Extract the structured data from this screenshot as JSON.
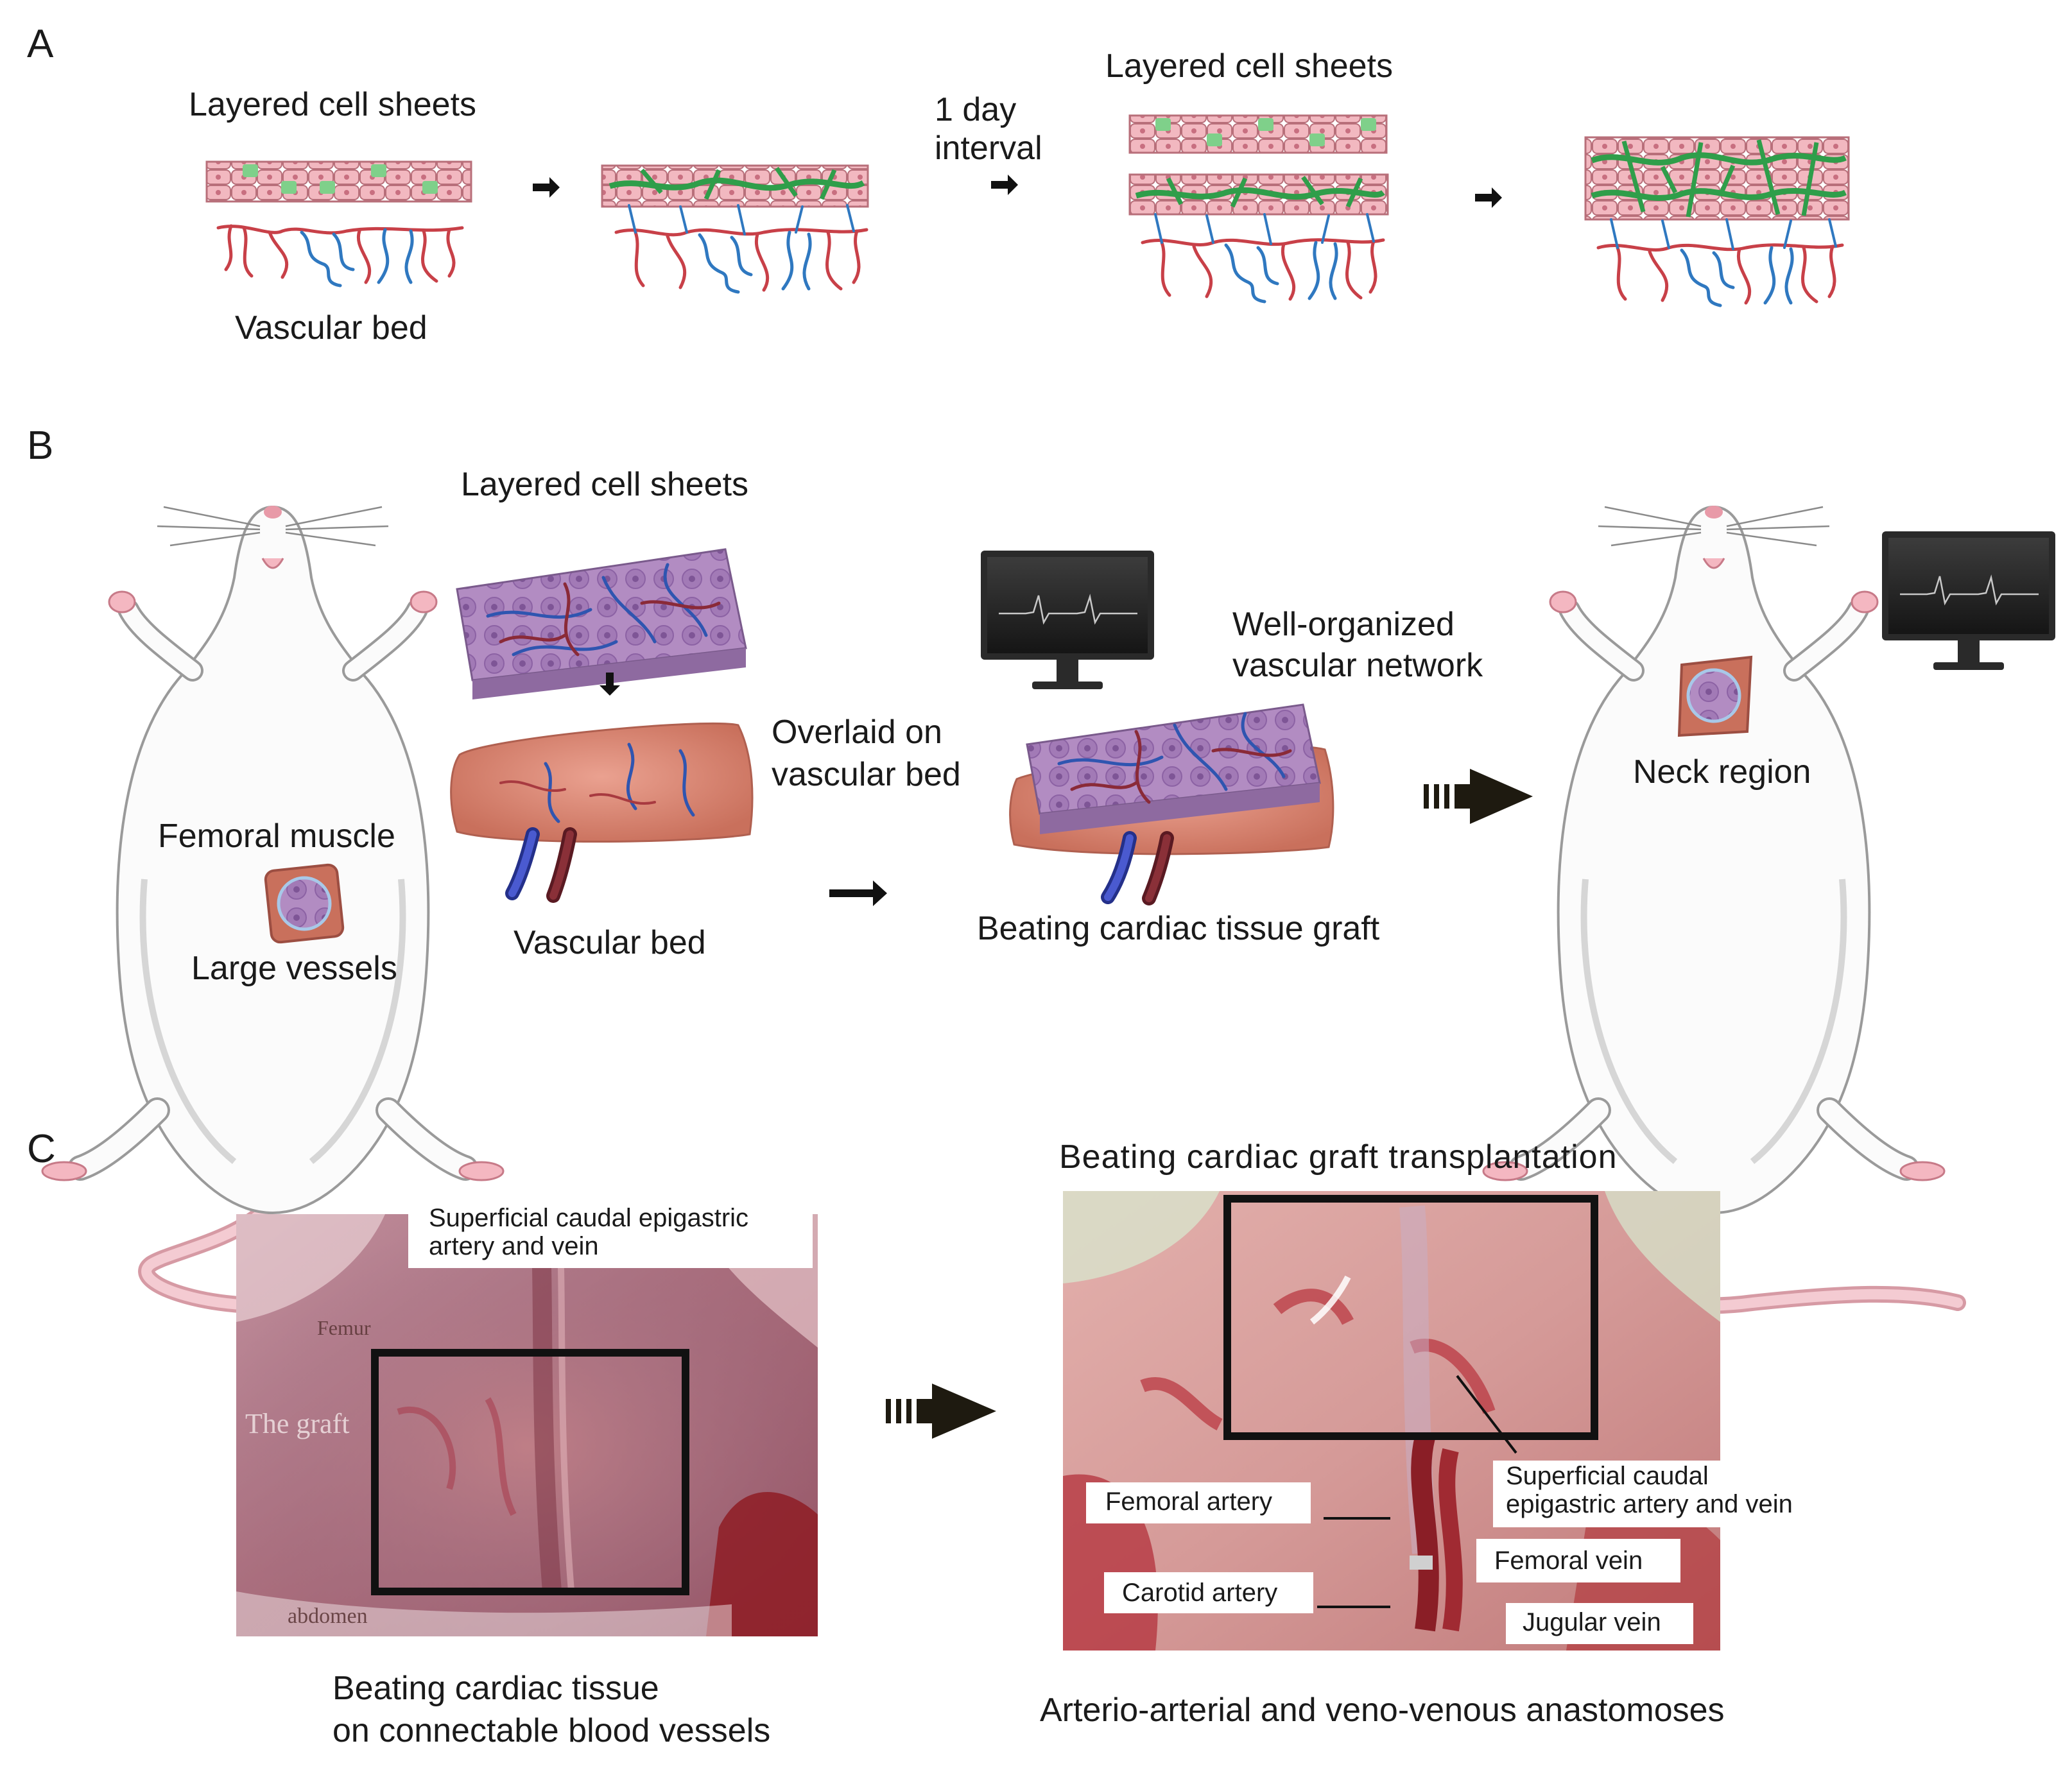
{
  "panels": {
    "a": {
      "letter": "A",
      "layered_cell_sheets_1": "Layered cell sheets",
      "vascular_bed": "Vascular bed",
      "interval_line1": "1 day",
      "interval_line2": "interval",
      "layered_cell_sheets_2": "Layered cell sheets"
    },
    "b": {
      "letter": "B",
      "layered_cell_sheets": "Layered cell sheets",
      "femoral_muscle": "Femoral muscle",
      "large_vessels": "Large vessels",
      "vascular_bed": "Vascular bed",
      "overlaid_line1": "Overlaid on",
      "overlaid_line2": "vascular bed",
      "well_organized_line1": "Well-organized",
      "well_organized_line2": "vascular network",
      "beating_graft": "Beating cardiac tissue graft",
      "neck_region": "Neck region"
    },
    "c": {
      "letter": "C",
      "left_photo": {
        "superficial_line1": "Superficial caudal epigastric",
        "superficial_line2": "artery and vein",
        "femur": "Femur",
        "the_graft": "The graft",
        "abdomen": "abdomen",
        "caption_line1": "Beating cardiac tissue",
        "caption_line2": "on connectable blood vessels"
      },
      "right_photo": {
        "title": "Beating cardiac graft transplantation",
        "superficial_line1": "Superficial caudal",
        "superficial_line2": "epigastric artery and vein",
        "femoral_artery": "Femoral artery",
        "femoral_vein": "Femoral vein",
        "carotid_artery": "Carotid artery",
        "jugular_vein": "Jugular vein",
        "caption": "Arterio-arterial and veno-venous anastomoses"
      }
    }
  },
  "colors": {
    "cell_pink": "#f2b8c0",
    "cell_green": "#6cc07a",
    "network_green": "#2f9e4a",
    "artery_red": "#c84048",
    "vein_blue": "#2f78c0",
    "tissue_purple": "#a882b8",
    "muscle_salmon": "#d8826e",
    "photo_red": "#b03a3e",
    "arrow_dark": "#1e1a10"
  },
  "icons": [
    "rat-illustration",
    "ecg-monitor-icon",
    "arrow-right-icon",
    "arrow-down-icon",
    "dashed-arrow-icon"
  ]
}
